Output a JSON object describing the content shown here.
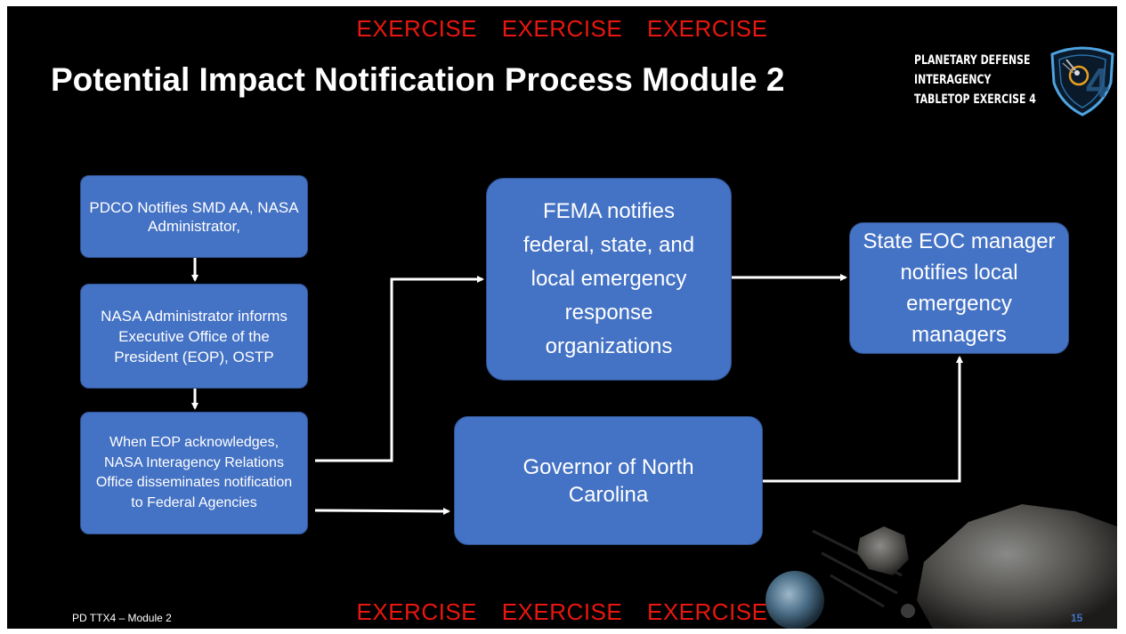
{
  "header": {
    "exercise_banner": [
      "EXERCISE",
      "EXERCISE",
      "EXERCISE"
    ],
    "title": "Potential Impact Notification Process Module 2"
  },
  "logo": {
    "lines": [
      "PLANETARY DEFENSE",
      "INTERAGENCY",
      "TABLETOP EXERCISE 4"
    ],
    "icon": "asteroid-shield-icon",
    "colors": {
      "shield_outline": "#4fa3e0",
      "accent": "#e8a020"
    }
  },
  "diagram": {
    "nodes": [
      {
        "id": "pdco",
        "text": "PDCO Notifies SMD AA, NASA Administrator,"
      },
      {
        "id": "nasa_admin",
        "text": "NASA Administrator informs Executive Office of the President (EOP), OSTP"
      },
      {
        "id": "eop_ack",
        "text": "When EOP acknowledges, NASA Interagency Relations Office disseminates notification to Federal Agencies"
      },
      {
        "id": "fema",
        "text": "FEMA notifies federal, state, and local emergency response organizations"
      },
      {
        "id": "state_eoc",
        "text": "State EOC manager notifies local emergency managers"
      },
      {
        "id": "governor",
        "text": "Governor of North Carolina"
      }
    ],
    "edges": [
      {
        "from": "pdco",
        "to": "nasa_admin"
      },
      {
        "from": "nasa_admin",
        "to": "eop_ack"
      },
      {
        "from": "eop_ack",
        "to": "fema"
      },
      {
        "from": "eop_ack",
        "to": "governor"
      },
      {
        "from": "fema",
        "to": "state_eoc"
      },
      {
        "from": "governor",
        "to": "state_eoc"
      }
    ]
  },
  "footer": {
    "exercise_banner": [
      "EXERCISE",
      "EXERCISE",
      "EXERCISE"
    ],
    "module_label": "PD TTX4 – Module 2",
    "page_number": "15"
  },
  "colors": {
    "background": "#000000",
    "exercise_red": "#e8170f",
    "box_fill": "#4472c4",
    "arrow": "#ffffff"
  }
}
